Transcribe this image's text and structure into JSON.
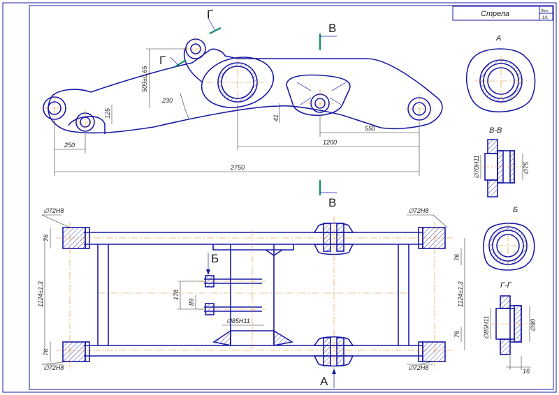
{
  "title_block": {
    "title": "Стрела",
    "sheet_label": "Лист",
    "sheet_number": "1/1"
  },
  "section_marks": {
    "v": "В",
    "g": "Г",
    "a": "А",
    "b": "Б"
  },
  "view_titles": {
    "a": "А",
    "vv": "В-В",
    "b": "Б",
    "gg": "Г-Г"
  },
  "dimensions": {
    "d250": "250",
    "d125": "125",
    "d230": "230",
    "d509": "509±0,65",
    "d41": "41",
    "d550": "550",
    "d1200": "1200",
    "d2750": "2750",
    "d72_tl": "∅72Н8",
    "d72_tr": "∅72Н8",
    "d72_bl": "∅72Н8",
    "d72_br": "∅72Н8",
    "d76_tl": "76",
    "d76_bl": "76",
    "d76_tr": "76",
    "d76_br": "76",
    "d1124_l": "1124±1,3",
    "d1124_r": "1124±1,3",
    "d178": "178",
    "d89": "89",
    "d85": "∅85Н11",
    "d70": "∅70Н11",
    "d75": "∅75",
    "d85g": "∅85Н11",
    "d90": "∅90",
    "d16": "16"
  },
  "colors": {
    "outline": "#1a1aa6",
    "axis": "#e08a1e",
    "section_line": "#0a8f6a"
  }
}
